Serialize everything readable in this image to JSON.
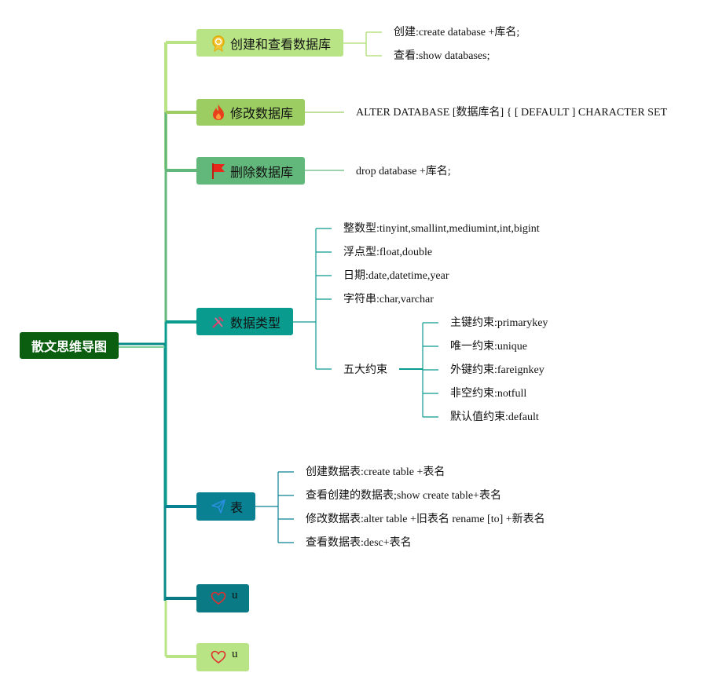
{
  "root": {
    "label": "散文思维导图"
  },
  "branches": {
    "create_db": {
      "label": "创建和查看数据库",
      "icon": "badge-icon",
      "children": [
        "创建:create database +库名;",
        "查看:show databases;"
      ]
    },
    "alter_db": {
      "label": "修改数据库",
      "icon": "flame-icon",
      "children": [
        "ALTER DATABASE [数据库名] { [ DEFAULT ] CHARACTER SET"
      ]
    },
    "drop_db": {
      "label": "删除数据库",
      "icon": "flag-icon",
      "children": [
        "drop database +库名;"
      ]
    },
    "data_types": {
      "label": "数据类型",
      "icon": "tools-icon",
      "children": [
        "整数型:tinyint,smallint,mediumint,int,bigint",
        "浮点型:float,double",
        "日期:date,datetime,year",
        "字符串:char,varchar",
        "五大约束"
      ],
      "constraints": [
        "主键约束:primarykey",
        "唯一约束:unique",
        "外键约束:fareignkey",
        "非空约束:notfull",
        "默认值约束:default"
      ]
    },
    "table": {
      "label": "表",
      "icon": "paper-plane-icon",
      "children": [
        "创建数据表:create table +表名",
        "查看创建的数据表;show create table+表名",
        "修改数据表:alter table +旧表名 rename [to] +新表名",
        "查看数据表:desc+表名"
      ]
    },
    "u1": {
      "label": "u",
      "icon": "heart-icon"
    },
    "u2": {
      "label": "u",
      "icon": "heart-icon"
    }
  },
  "colors": {
    "root": "#0b5d10",
    "light_green": "#b8e486",
    "green": "#9ccd62",
    "mid_green": "#62b87a",
    "teal": "#0a9b8f",
    "blue_teal": "#0a8093",
    "dark_teal": "#0a7a85"
  }
}
